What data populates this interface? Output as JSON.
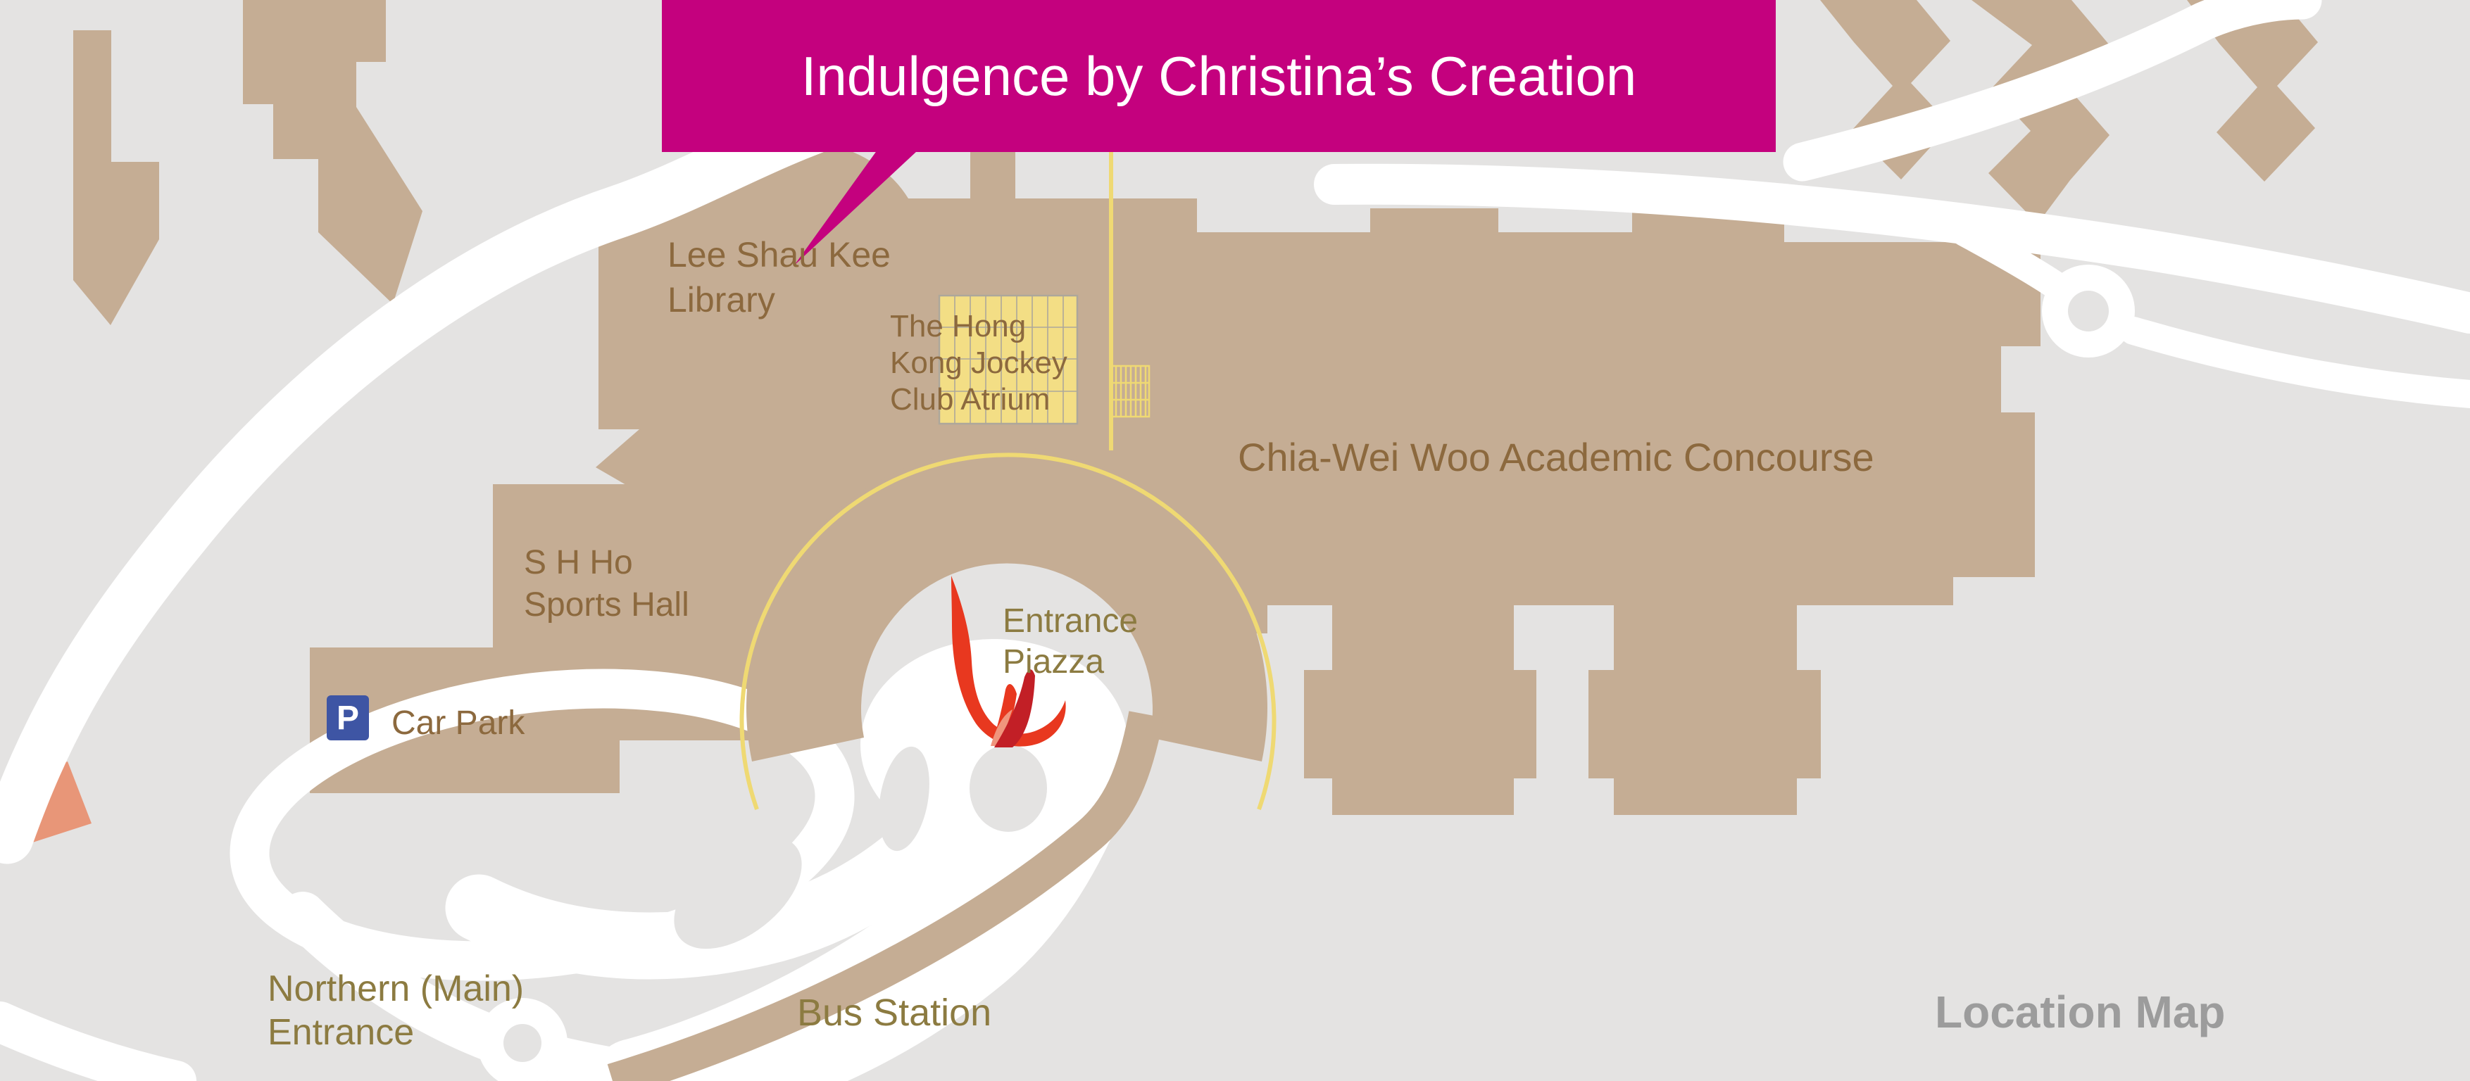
{
  "banner": {
    "text": "Indulgence by Christina’s Creation"
  },
  "labels": {
    "library": {
      "lines": [
        "Lee Shau Kee",
        "Library"
      ]
    },
    "atrium": {
      "lines": [
        "The Hong",
        "Kong Jockey",
        "Club Atrium"
      ]
    },
    "concourse": {
      "text": "Chia-Wei Woo Academic Concourse"
    },
    "sports_hall": {
      "lines": [
        "S H Ho",
        "Sports Hall"
      ]
    },
    "car_park": {
      "text": "Car Park",
      "symbol": "P"
    },
    "entrance_piazza": {
      "lines": [
        "Entrance",
        "Piazza"
      ]
    },
    "northern_entrance": {
      "lines": [
        "Northern (Main)",
        "Entrance"
      ]
    },
    "bus_station": {
      "text": "Bus Station"
    },
    "map_title": {
      "text": "Location Map"
    }
  },
  "colors": {
    "background": "#E4E3E2",
    "building_tan": "#C5AD94",
    "road_white": "#FFFFFF",
    "banner_magenta": "#C4017E",
    "banner_text": "#FFFFFF",
    "label_brown": "#8C693E",
    "label_olive": "#8C7B41",
    "label_gray": "#9C9C9C",
    "atrium_yellow_fill": "#F3DE85",
    "highlight_yellow_line": "#EFD973",
    "parking_blue": "#3E55A4",
    "flame_red": "#E8381F",
    "flame_dark_red": "#C21F26",
    "flame_salmon": "#F0957D",
    "accent_salmon": "#E89678"
  }
}
